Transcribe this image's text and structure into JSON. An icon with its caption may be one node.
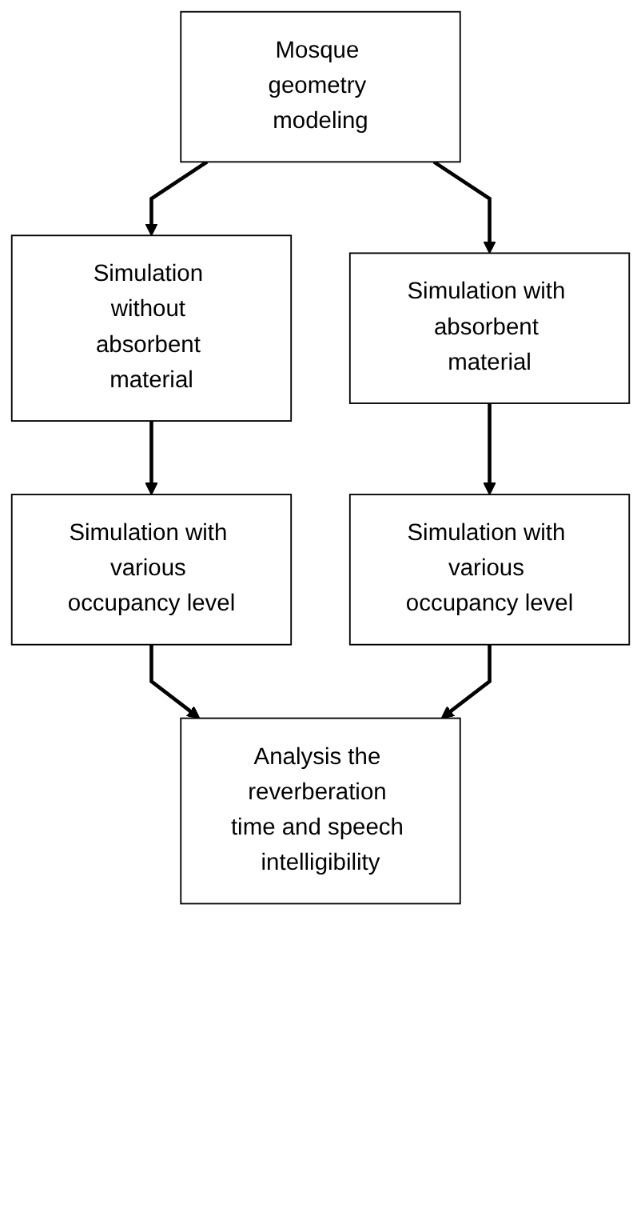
{
  "diagram": {
    "nodes": [
      {
        "text": [
          "Mosque geometry modeling"
        ]
      },
      {
        "text": [
          "Simulation without absorbent material"
        ]
      },
      {
        "text": [
          "Simulation with absorbent material"
        ]
      },
      {
        "text": [
          "Simulation with various occupancy level"
        ]
      },
      {
        "text": [
          "Simulation with various occupancy level"
        ]
      },
      {
        "text": [
          "Analysis the reverberation time and speech intelligibility"
        ]
      }
    ],
    "edges": [
      {
        "from": 0,
        "to": 1,
        "arrow": "to"
      },
      {
        "from": 0,
        "to": 2,
        "arrow": "to"
      },
      {
        "from": 1,
        "to": 3,
        "arrow": "to"
      },
      {
        "from": 2,
        "to": 4,
        "arrow": "to"
      },
      {
        "from": 3,
        "to": 5,
        "arrow": "to"
      },
      {
        "from": 4,
        "to": 5,
        "arrow": "to"
      }
    ]
  }
}
